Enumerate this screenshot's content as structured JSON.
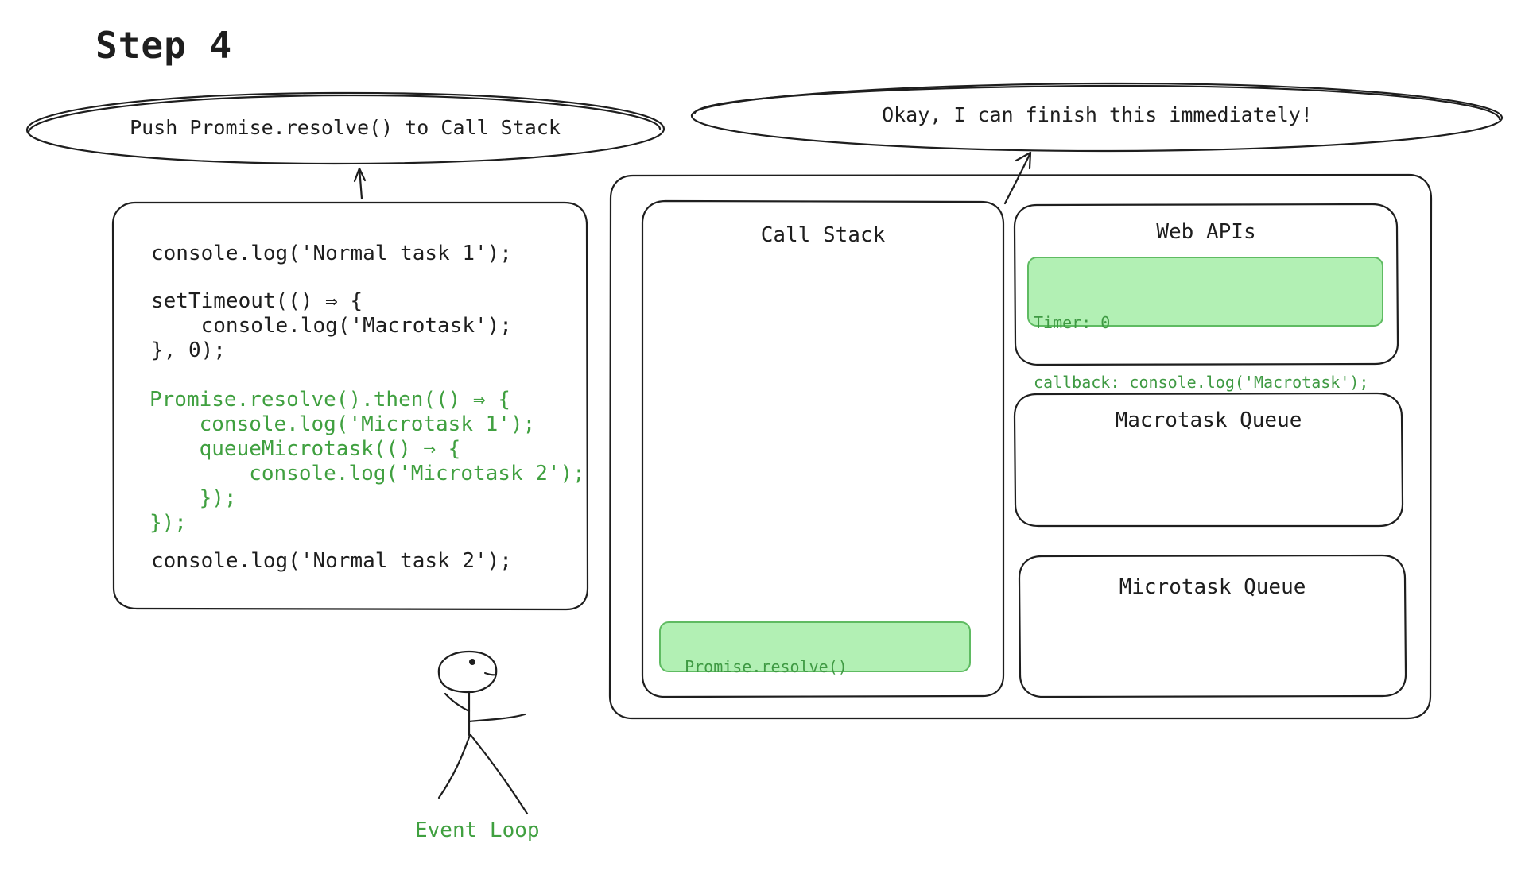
{
  "title": "Step 4",
  "bubbles": {
    "left": "Push Promise.resolve() to Call Stack",
    "right": "Okay, I can finish this immediately!"
  },
  "code": {
    "line1": "console.log('Normal task 1');",
    "setTimeout": [
      "setTimeout(() ⇒ {",
      "    console.log('Macrotask');",
      "}, 0);"
    ],
    "promise": [
      "Promise.resolve().then(() ⇒ {",
      "    console.log('Microtask 1');",
      "    queueMicrotask(() ⇒ {",
      "        console.log('Microtask 2');",
      "    });",
      "});"
    ],
    "line_last": "console.log('Normal task 2');"
  },
  "call_stack": {
    "title": "Call Stack",
    "items": [
      "Promise.resolve()"
    ]
  },
  "web_apis": {
    "title": "Web APIs",
    "timer": {
      "line1": "Timer: 0",
      "line2": "callback: console.log('Macrotask');"
    }
  },
  "macrotask_queue": {
    "title": "Macrotask Queue"
  },
  "microtask_queue": {
    "title": "Microtask Queue"
  },
  "event_loop": {
    "label": "Event Loop"
  },
  "colors": {
    "highlight_fill": "#b2f0b4",
    "highlight_stroke": "#5fbb62",
    "highlight_text": "#40a040",
    "ink": "#1e1e1e"
  }
}
